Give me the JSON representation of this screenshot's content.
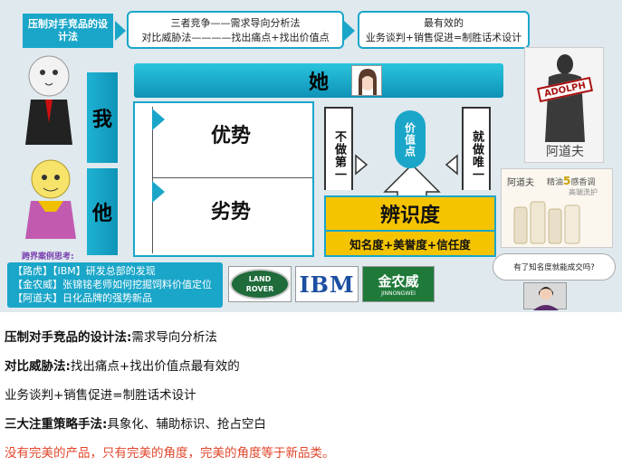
{
  "diagram": {
    "title_box": "压制对手竞品的设计法",
    "box_method": [
      "三者竞争——需求导向分析法",
      "对比威胁法————找出痛点+找出价值点"
    ],
    "box_result": [
      "最有效的",
      "业务谈判+销售促进=制胜话术设计"
    ],
    "she_label": "她",
    "me_label": "我",
    "he_label": "他",
    "advantage": "优势",
    "disadvantage": "劣势",
    "not_first": "不做第一",
    "only_one": "就做唯一",
    "value_point": "价值点",
    "recognition": "辨识度",
    "fame_formula": "知名度+美誉度+信任度",
    "cross_case_heading": "跨界案例思考:",
    "cases": [
      "【路虎】【IBM】研发总部的发现",
      "【金农威】张锦铭老师如何挖掘饲料价值定位",
      "【阿道夫】日化品牌的强势新品"
    ],
    "logo_landrover": [
      "LAND",
      "ROVER"
    ],
    "logo_ibm": "IBM",
    "logo_jinnongwei": "金农威",
    "logo_jinnongwei_en": "JINNONGWEI",
    "adolph_stamp": "ADOLPH",
    "adolph_brand": "阿道夫",
    "product_brand": "阿道夫",
    "product_line1": "精油",
    "product_num": "5",
    "product_line2": "感香调",
    "product_sub": "高端洗护",
    "speech_bubble": "有了知名度就能成交吗?"
  },
  "text_lines": [
    {
      "label": "压制对手竞品的设计法:",
      "value": "需求导向分析法"
    },
    {
      "label": "对比威胁法:",
      "value": "找出痛点+找出价值点最有效的"
    },
    {
      "label": "",
      "value": "业务谈判+销售促进=制胜话术设计"
    },
    {
      "label": "三大注重策略手法:",
      "value": "具象化、辅助标识、抢占空白"
    }
  ],
  "closing_line": "没有完美的产品，只有完美的角度，完美的角度等于新品类。",
  "colors": {
    "accent": "#1aa6c9",
    "yellow": "#f5c400",
    "closing_red": "#e0452a"
  }
}
